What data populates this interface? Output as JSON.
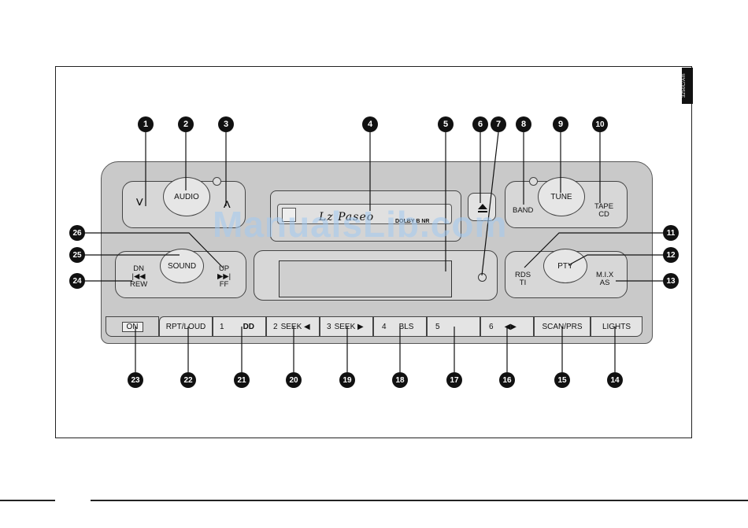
{
  "side_code": "3250C/Am",
  "watermark": "ManualsLib.com",
  "top_left_cluster": {
    "audio": "AUDIO",
    "down_arrow": "˅",
    "up_arrow": "˄"
  },
  "cassette": {
    "brand": "Lz Paseo",
    "dolby": "DOLBY B NR"
  },
  "right_top_cluster": {
    "band": "BAND",
    "tune": "TUNE",
    "tape_cd": [
      "TAPE",
      "CD"
    ]
  },
  "left_mid_cluster": {
    "dn": "DN",
    "rew": "REW",
    "sound": "SOUND",
    "up": "UP",
    "ff": "FF"
  },
  "right_mid_cluster": {
    "rds": "RDS",
    "ti": "TI",
    "pty": "PTY",
    "mix": "M.I.X",
    "as": "AS"
  },
  "bottom_strip": {
    "on": "ON",
    "rpt_loud": "RPT/LOUD",
    "preset1_num": "1",
    "preset1_sym": "DD",
    "preset2_num": "2",
    "preset2_txt": "SEEK ◀",
    "preset3_num": "3",
    "preset3_txt": "SEEK ▶",
    "preset4_num": "4",
    "preset4_txt": "BLS",
    "preset5_num": "5",
    "preset6_num": "6",
    "preset6_txt": "◀▶",
    "scan": "SCAN/PRS",
    "lights": "LIGHTS"
  },
  "callouts": [
    "1",
    "2",
    "3",
    "4",
    "5",
    "6",
    "7",
    "8",
    "9",
    "10",
    "11",
    "12",
    "13",
    "14",
    "15",
    "16",
    "17",
    "18",
    "19",
    "20",
    "21",
    "22",
    "23",
    "24",
    "25",
    "26"
  ]
}
